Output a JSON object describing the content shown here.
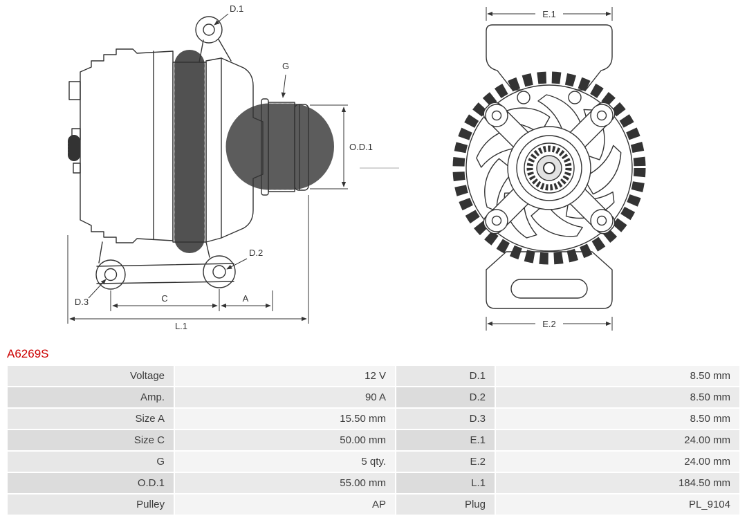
{
  "part_number": "A6269S",
  "colors": {
    "part_number_red": "#cc0000",
    "line_color": "#333333"
  },
  "diagram": {
    "side_view": {
      "labels": {
        "d1": "D.1",
        "g": "G",
        "od1": "O.D.1",
        "d2": "D.2",
        "d3": "D.3",
        "c": "C",
        "a": "A",
        "l1": "L.1"
      }
    },
    "front_view": {
      "labels": {
        "e1": "E.1",
        "e2": "E.2"
      }
    }
  },
  "spec_table": {
    "rows": [
      {
        "label1": "Voltage",
        "value1": "12 V",
        "label2": "D.1",
        "value2": "8.50 mm"
      },
      {
        "label1": "Amp.",
        "value1": "90 A",
        "label2": "D.2",
        "value2": "8.50 mm"
      },
      {
        "label1": "Size A",
        "value1": "15.50 mm",
        "label2": "D.3",
        "value2": "8.50 mm"
      },
      {
        "label1": "Size C",
        "value1": "50.00 mm",
        "label2": "E.1",
        "value2": "24.00 mm"
      },
      {
        "label1": "G",
        "value1": "5 qty.",
        "label2": "E.2",
        "value2": "24.00 mm"
      },
      {
        "label1": "O.D.1",
        "value1": "55.00 mm",
        "label2": "L.1",
        "value2": "184.50 mm"
      },
      {
        "label1": "Pulley",
        "value1": "AP",
        "label2": "Plug",
        "value2": "PL_9104"
      }
    ]
  }
}
